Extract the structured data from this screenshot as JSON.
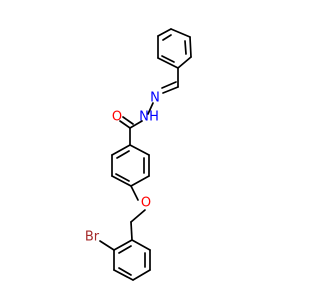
{
  "molecule": {
    "atoms": {
      "carbonyl_oxygen": "O",
      "hydrazone_n1": "N",
      "hydrazone_n2": "N",
      "hydrazone_h": "H",
      "ether_oxygen": "O",
      "bromine": "Br"
    },
    "colors": {
      "bond": "#000000",
      "oxygen": "#ff0000",
      "nitrogen": "#0000ff",
      "bromine": "#a52a2a"
    }
  }
}
